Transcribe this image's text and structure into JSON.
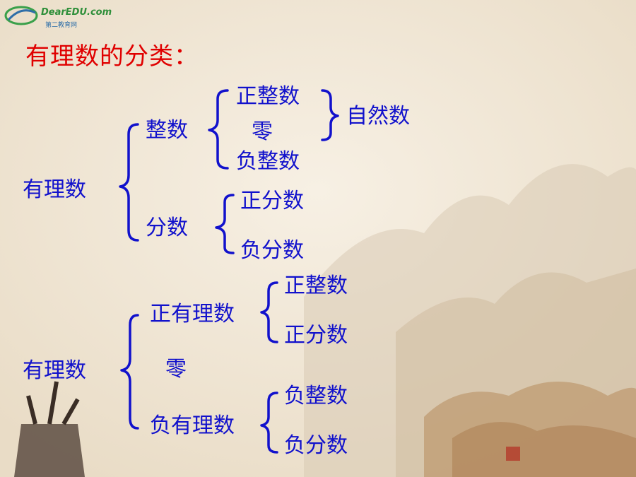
{
  "logo": {
    "brand": "DearEDU.com",
    "sub": "第二教育网"
  },
  "title": "有理数的分类：",
  "tree1": {
    "root": "有理数",
    "integer": "整数",
    "positive_integer": "正整数",
    "zero": "零",
    "negative_integer": "负整数",
    "natural_number": "自然数",
    "fraction": "分数",
    "positive_fraction": "正分数",
    "negative_fraction": "负分数"
  },
  "tree2": {
    "root": "有理数",
    "positive_rational": "正有理数",
    "positive_integer": "正整数",
    "positive_fraction": "正分数",
    "zero": "零",
    "negative_rational": "负有理数",
    "negative_integer": "负整数",
    "negative_fraction": "负分数"
  },
  "colors": {
    "title": "#e00000",
    "text": "#1111cc",
    "background": "#f3ebdd"
  }
}
